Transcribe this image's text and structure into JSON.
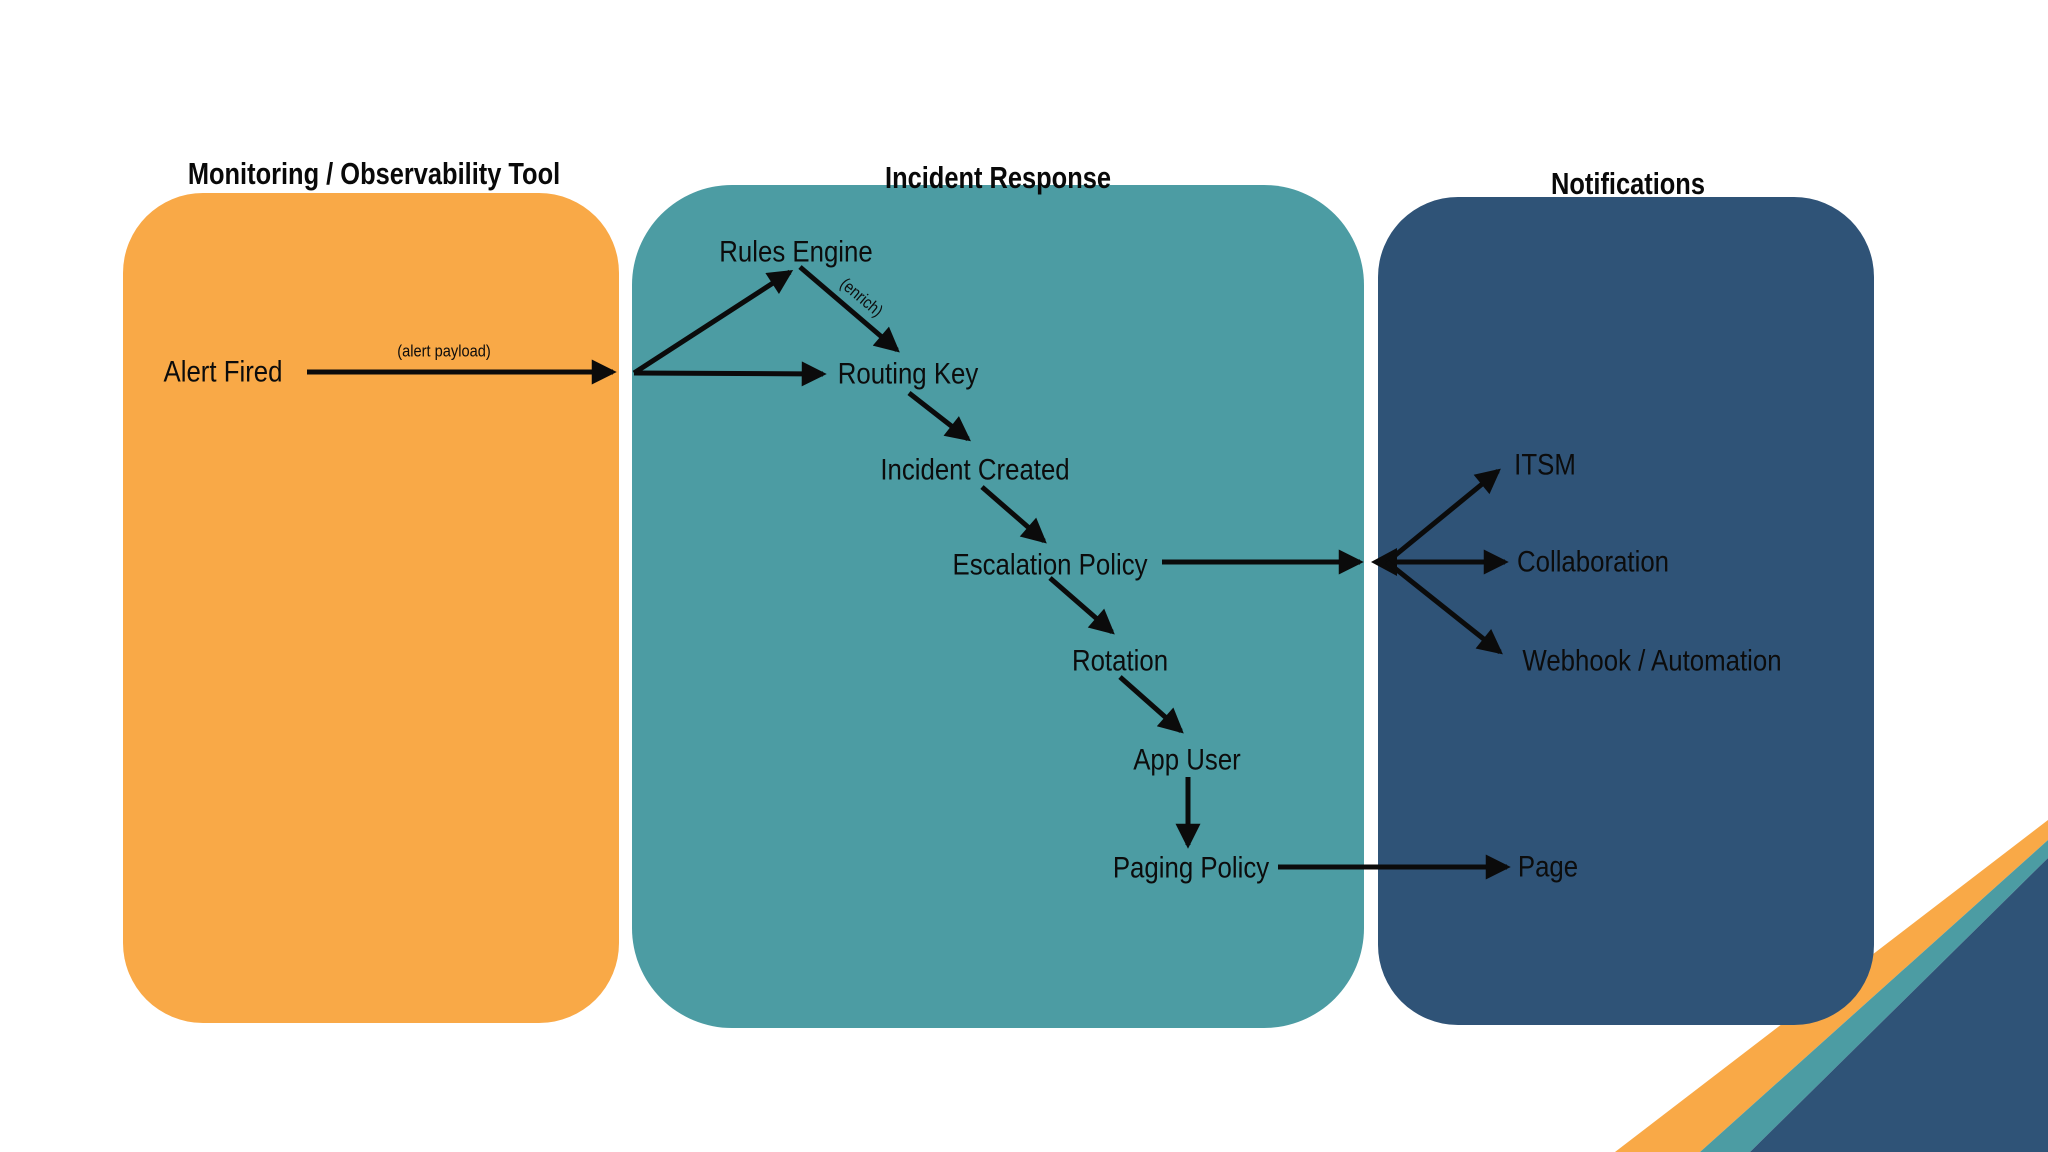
{
  "slide": {
    "background_color": "#ffffff",
    "arrow_color": "#0b0b0b",
    "columns": [
      {
        "id": "monitoring",
        "title": "Monitoring / Observability Tool",
        "color": "#F9A947"
      },
      {
        "id": "incident_response",
        "title": "Incident Response",
        "color": "#4C9CA3"
      },
      {
        "id": "notifications",
        "title": "Notifications",
        "color": "#2F5377"
      }
    ],
    "nodes": {
      "alert_fired": "Alert Fired",
      "rules_engine": "Rules Engine",
      "routing_key": "Routing Key",
      "incident_created": "Incident Created",
      "escalation_policy": "Escalation Policy",
      "rotation": "Rotation",
      "app_user": "App User",
      "paging_policy": "Paging Policy",
      "itsm": "ITSM",
      "collaboration": "Collaboration",
      "webhook_automation": "Webhook / Automation",
      "page": "Page"
    },
    "edge_labels": {
      "alert_payload": "(alert payload)",
      "enrich": "(enrich)"
    },
    "flow": [
      "Alert Fired -> (alert payload) -> Rules Engine / Routing Key",
      "Rules Engine -> (enrich) -> Routing Key",
      "Routing Key -> Incident Created -> Escalation Policy",
      "Escalation Policy -> ITSM / Collaboration / Webhook / Automation",
      "Escalation Policy -> Rotation -> App User -> Paging Policy -> Page"
    ]
  }
}
